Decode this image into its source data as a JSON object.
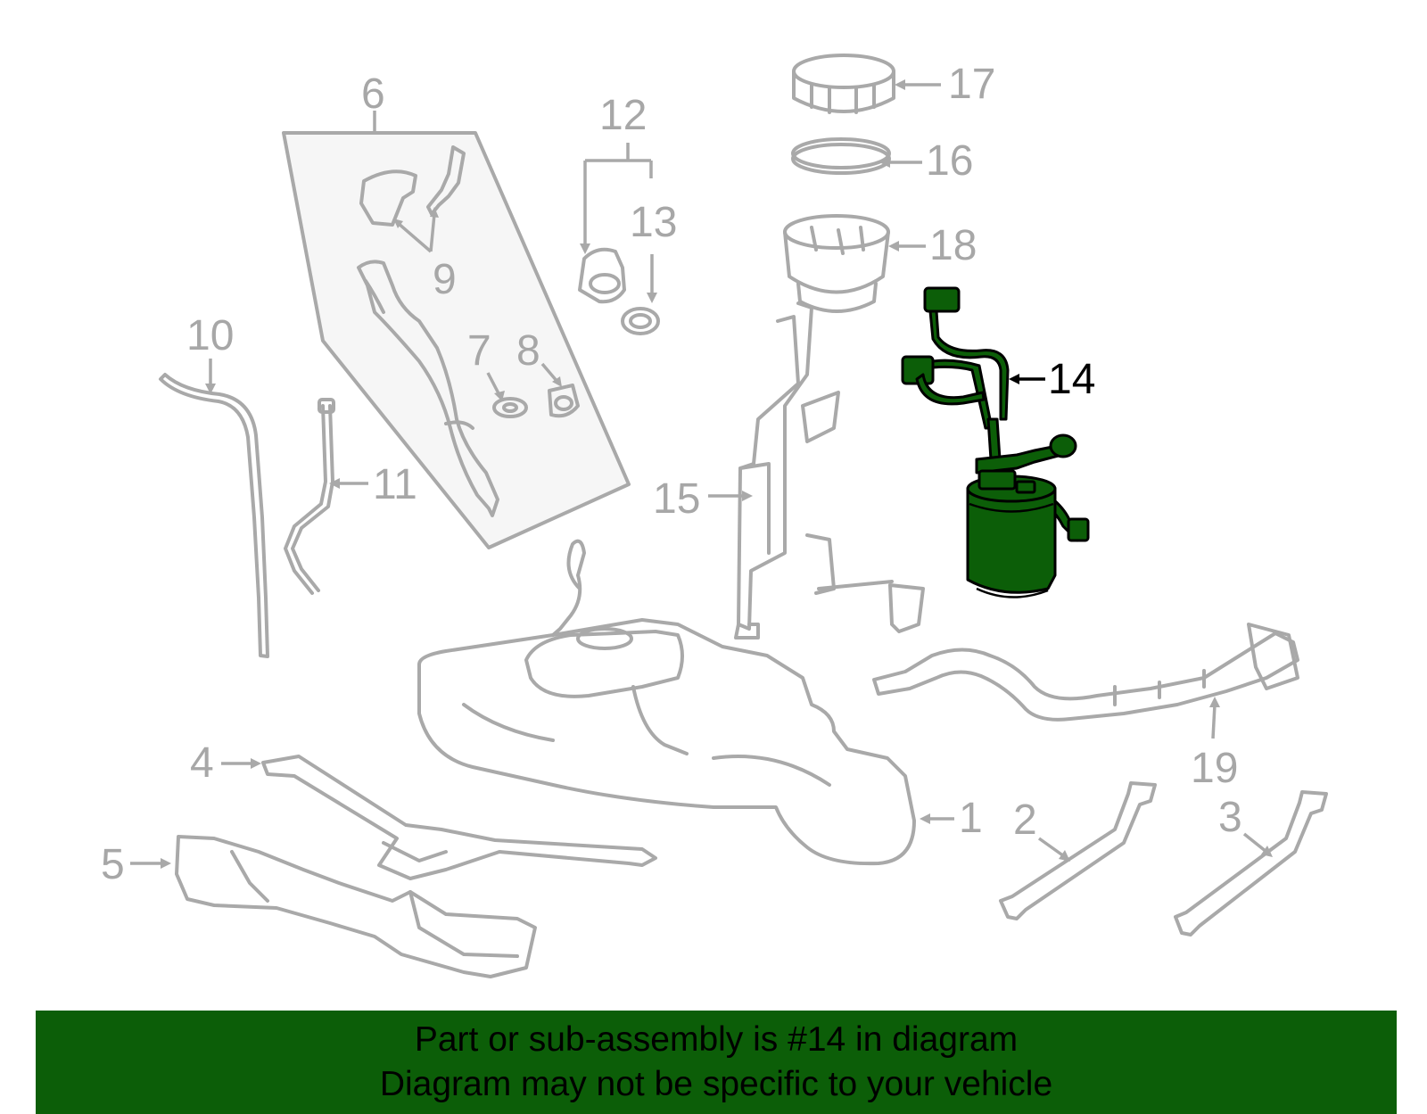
{
  "callouts": {
    "c1": "1",
    "c2": "2",
    "c3": "3",
    "c4": "4",
    "c5": "5",
    "c6": "6",
    "c7": "7",
    "c8": "8",
    "c9": "9",
    "c10": "10",
    "c11": "11",
    "c12": "12",
    "c13": "13",
    "c14": "14",
    "c15": "15",
    "c16": "16",
    "c17": "17",
    "c18": "18",
    "c19": "19"
  },
  "highlight": {
    "part": "14",
    "color": "#0c5e08"
  },
  "banner": {
    "line1": "Part or sub-assembly is #14 in diagram",
    "line2": "Diagram may not be specific to your vehicle",
    "background": "#0c5e08"
  }
}
